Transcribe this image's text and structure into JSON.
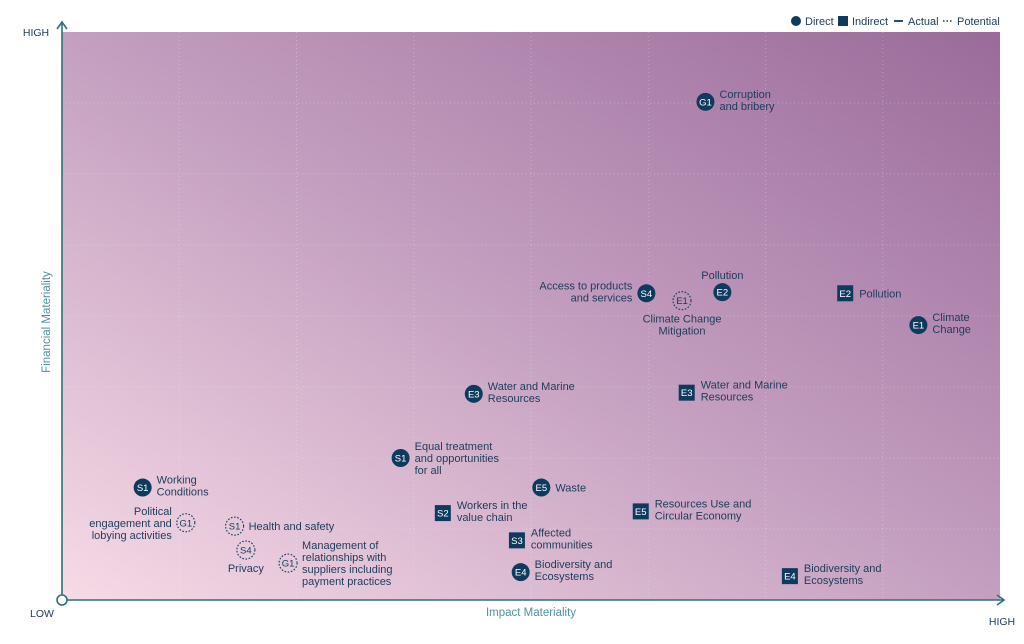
{
  "chart_data": {
    "type": "scatter",
    "xlabel": "Impact Materiality",
    "ylabel": "Financial Materiality",
    "x_low_label": "LOW",
    "x_high_label": "HIGH",
    "y_high_label": "HIGH",
    "xlim": [
      0,
      100
    ],
    "ylim": [
      0,
      100
    ],
    "grid": true,
    "legend_position": "top-right",
    "legend": [
      {
        "symbol": "circle",
        "label": "Direct"
      },
      {
        "symbol": "square",
        "label": "Indirect"
      },
      {
        "symbol": "solid-line",
        "label": "Actual"
      },
      {
        "symbol": "dotted-line",
        "label": "Potential"
      }
    ],
    "colors": {
      "marker": "#0e3a5e",
      "axis": "#2d6f7c",
      "text": "#1f3b5a",
      "gradient_light": "#f6dbe6",
      "gradient_mid": "#c49fc0",
      "gradient_dark": "#9a6b9a"
    },
    "points": [
      {
        "code": "G1",
        "x": 68.6,
        "y": 87.7,
        "shape": "circle",
        "style": "actual",
        "label": [
          "Corruption",
          "and bribery"
        ],
        "label_side": "right"
      },
      {
        "code": "E2",
        "x": 70.4,
        "y": 54.2,
        "shape": "circle",
        "style": "actual",
        "label": [
          "Pollution"
        ],
        "label_side": "above"
      },
      {
        "code": "S4",
        "x": 62.3,
        "y": 54.0,
        "shape": "circle",
        "style": "actual",
        "label": [
          "Access to products",
          "and services"
        ],
        "label_side": "left"
      },
      {
        "code": "E1",
        "x": 66.1,
        "y": 52.7,
        "shape": "circle",
        "style": "potential",
        "label": [
          "Climate Change",
          "Mitigation"
        ],
        "label_side": "below"
      },
      {
        "code": "E2",
        "x": 83.5,
        "y": 54.0,
        "shape": "square",
        "style": "actual",
        "label": [
          "Pollution"
        ],
        "label_side": "right"
      },
      {
        "code": "E1",
        "x": 91.3,
        "y": 48.4,
        "shape": "circle",
        "style": "actual",
        "label": [
          "Climate",
          "Change"
        ],
        "label_side": "right"
      },
      {
        "code": "E3",
        "x": 43.9,
        "y": 36.3,
        "shape": "circle",
        "style": "actual",
        "label": [
          "Water and Marine",
          "Resources"
        ],
        "label_side": "right"
      },
      {
        "code": "E3",
        "x": 66.6,
        "y": 36.5,
        "shape": "square",
        "style": "actual",
        "label": [
          "Water and Marine",
          "Resources"
        ],
        "label_side": "right"
      },
      {
        "code": "S1",
        "x": 36.1,
        "y": 25.0,
        "shape": "circle",
        "style": "actual",
        "label": [
          "Equal treatment",
          "and opportunities",
          "for all"
        ],
        "label_side": "right"
      },
      {
        "code": "E5",
        "x": 51.1,
        "y": 19.8,
        "shape": "circle",
        "style": "actual",
        "label": [
          "Waste"
        ],
        "label_side": "right"
      },
      {
        "code": "S1",
        "x": 8.6,
        "y": 19.8,
        "shape": "circle",
        "style": "actual",
        "label": [
          "Working",
          "Conditions"
        ],
        "label_side": "right"
      },
      {
        "code": "S2",
        "x": 40.6,
        "y": 15.3,
        "shape": "square",
        "style": "actual",
        "label": [
          "Workers in the",
          "value chain"
        ],
        "label_side": "right"
      },
      {
        "code": "E5",
        "x": 61.7,
        "y": 15.6,
        "shape": "square",
        "style": "actual",
        "label": [
          "Resources Use and",
          "Circular Economy"
        ],
        "label_side": "right"
      },
      {
        "code": "G1",
        "x": 13.2,
        "y": 13.6,
        "shape": "circle",
        "style": "potential",
        "label": [
          "Political",
          "engagement and",
          "lobying activities"
        ],
        "label_side": "left"
      },
      {
        "code": "S1",
        "x": 18.4,
        "y": 13.0,
        "shape": "circle",
        "style": "potential",
        "label": [
          "Health and safety"
        ],
        "label_side": "right"
      },
      {
        "code": "S3",
        "x": 48.5,
        "y": 10.5,
        "shape": "square",
        "style": "actual",
        "label": [
          "Affected",
          "communities"
        ],
        "label_side": "right"
      },
      {
        "code": "S4",
        "x": 19.6,
        "y": 8.8,
        "shape": "circle",
        "style": "potential",
        "label": [
          "Privacy"
        ],
        "label_side": "below"
      },
      {
        "code": "G1",
        "x": 24.1,
        "y": 6.5,
        "shape": "circle",
        "style": "potential",
        "label": [
          "Management of",
          "relationships with",
          "suppliers including",
          "payment practices"
        ],
        "label_side": "right"
      },
      {
        "code": "E4",
        "x": 48.9,
        "y": 4.9,
        "shape": "circle",
        "style": "actual",
        "label": [
          "Biodiversity and",
          "Ecosystems"
        ],
        "label_side": "right"
      },
      {
        "code": "E4",
        "x": 77.6,
        "y": 4.2,
        "shape": "square",
        "style": "actual",
        "label": [
          "Biodiversity and",
          "Ecosystems"
        ],
        "label_side": "right"
      }
    ]
  }
}
